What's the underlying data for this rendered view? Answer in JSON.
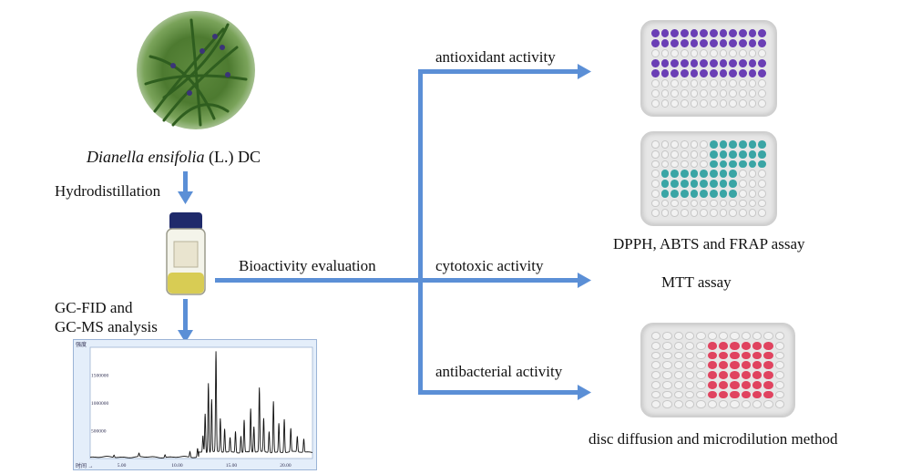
{
  "labels": {
    "species_italic": "Dianella ensifolia",
    "species_rest": " (L.) DC",
    "hydrodistillation": "Hydrodistillation",
    "gc_line1": "GC-FID and",
    "gc_line2": "GC-MS analysis",
    "bioactivity": "Bioactivity  evaluation",
    "antioxidant": "antioxidant  activity",
    "cytotoxic": "cytotoxic activity",
    "antibacterial": "antibacterial  activity",
    "dpph": "DPPH, ABTS and FRAP assay",
    "mtt": "MTT assay",
    "disc": "disc diffusion and microdilution  method"
  },
  "chromatogram": {
    "y_label": "强度",
    "x_label": "时间 →",
    "y_ticks": [
      "1500000",
      "1000000",
      "500000"
    ],
    "x_ticks": [
      "5.00",
      "10.00",
      "15.00",
      "20.00"
    ],
    "x_range": [
      2,
      22.5
    ],
    "y_range": [
      0,
      2000000
    ],
    "peaks": [
      {
        "x": 4.2,
        "y": 40000
      },
      {
        "x": 6.5,
        "y": 60000
      },
      {
        "x": 8.9,
        "y": 50000
      },
      {
        "x": 11.2,
        "y": 100000
      },
      {
        "x": 11.9,
        "y": 160000
      },
      {
        "x": 12.4,
        "y": 300000
      },
      {
        "x": 12.6,
        "y": 700000
      },
      {
        "x": 12.9,
        "y": 1250000
      },
      {
        "x": 13.2,
        "y": 950000
      },
      {
        "x": 13.6,
        "y": 1800000
      },
      {
        "x": 14.0,
        "y": 600000
      },
      {
        "x": 14.4,
        "y": 420000
      },
      {
        "x": 14.9,
        "y": 260000
      },
      {
        "x": 15.4,
        "y": 380000
      },
      {
        "x": 15.9,
        "y": 300000
      },
      {
        "x": 16.2,
        "y": 580000
      },
      {
        "x": 16.8,
        "y": 780000
      },
      {
        "x": 17.1,
        "y": 460000
      },
      {
        "x": 17.6,
        "y": 1150000
      },
      {
        "x": 18.0,
        "y": 600000
      },
      {
        "x": 18.5,
        "y": 380000
      },
      {
        "x": 18.9,
        "y": 920000
      },
      {
        "x": 19.4,
        "y": 520000
      },
      {
        "x": 19.9,
        "y": 600000
      },
      {
        "x": 20.5,
        "y": 420000
      },
      {
        "x": 21.1,
        "y": 280000
      },
      {
        "x": 21.7,
        "y": 240000
      }
    ]
  },
  "colors": {
    "arrow": "#5b8fd6",
    "purple_well": "#6a3fb5",
    "teal_well": "#3aa5a5",
    "pink_well": "#e0435f"
  }
}
